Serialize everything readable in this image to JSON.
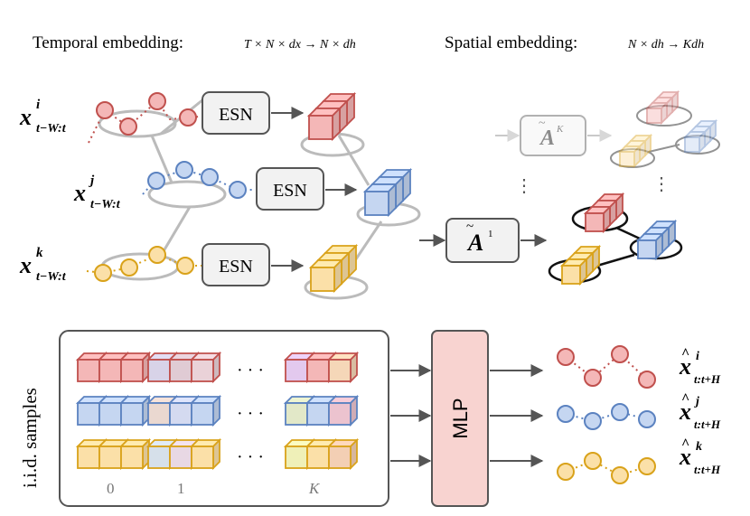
{
  "headers": {
    "temporal_label": "Temporal embedding:",
    "temporal_formula": "T × N × dx → N × dh",
    "spatial_label": "Spatial embedding:",
    "spatial_formula": "N × dh → Kdh"
  },
  "inputs": [
    {
      "base": "x",
      "sup": "i",
      "sub": "t−W:t",
      "color": "#c0504d",
      "fill": "#f4b7b7"
    },
    {
      "base": "x",
      "sup": "j",
      "sub": "t−W:t",
      "color": "#5b82c0",
      "fill": "#c5d6f1"
    },
    {
      "base": "x",
      "sup": "k",
      "sub": "t−W:t",
      "color": "#d9a21a",
      "fill": "#fbe0a8"
    }
  ],
  "esn_label": "ESN",
  "adjacency": {
    "top": {
      "symbol": "A",
      "power": "K"
    },
    "bottom": {
      "symbol": "A",
      "power": "1"
    },
    "dots": "⋮"
  },
  "samples": {
    "side_label": "i.i.d. samples",
    "ellipsis": "· · ·",
    "index_labels": [
      "0",
      "1",
      "K"
    ]
  },
  "mlp_label": "MLP",
  "outputs": [
    {
      "base": "x",
      "sup": "i",
      "sub": "t:t+H",
      "color": "#c0504d",
      "fill": "#f4b7b7"
    },
    {
      "base": "x",
      "sup": "j",
      "sub": "t:t+H",
      "color": "#5b82c0",
      "fill": "#c5d6f1"
    },
    {
      "base": "x",
      "sup": "k",
      "sub": "t:t+H",
      "color": "#d9a21a",
      "fill": "#fbe0a8"
    }
  ],
  "colors": {
    "red": "#c0504d",
    "red_fill": "#f4b7b7",
    "blue": "#5b82c0",
    "blue_fill": "#c5d6f1",
    "yellow": "#d9a21a",
    "yellow_fill": "#fbe0a8",
    "box_stroke": "#555555",
    "box_fill": "#f2f2f2",
    "mlp_fill": "#f8d3d0",
    "gray": "#aaaaaa"
  }
}
